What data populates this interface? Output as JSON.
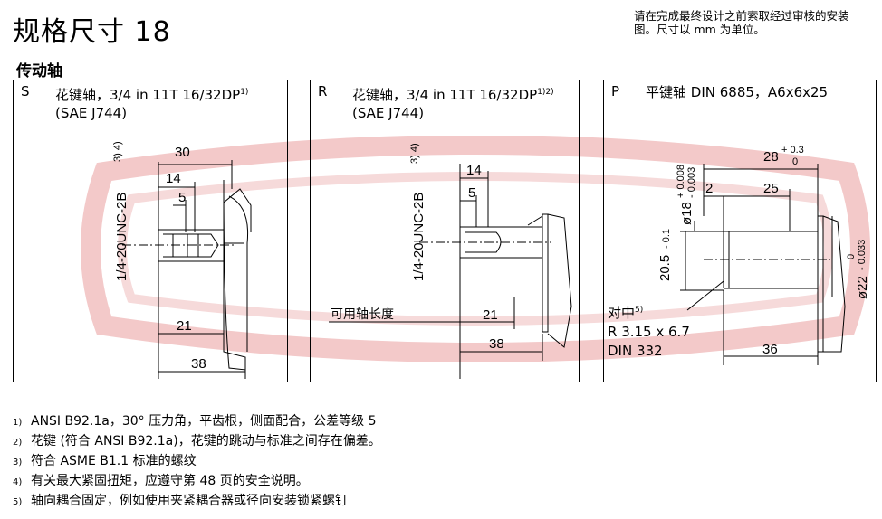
{
  "header": {
    "title": "规格尺寸 18",
    "note": "请在完成最终设计之前索取经过审核的安装图。尺寸以 mm 为单位。"
  },
  "section_title": "传动轴",
  "panels": {
    "s": {
      "letter": "S",
      "title_line1": "花键轴，3/4 in 11T 16/32DP",
      "title_sup": "1)",
      "title_line2": "(SAE J744)",
      "thread": "1/4-20UNC-2B",
      "thread_sup": "3) 4)",
      "dims": {
        "d30": "30",
        "d14": "14",
        "d5": "5",
        "d21": "21",
        "d38": "38"
      }
    },
    "r": {
      "letter": "R",
      "title_line1": "花键轴，3/4 in 11T 16/32DP",
      "title_sup": "1)2)",
      "title_line2": "(SAE J744)",
      "thread": "1/4-20UNC-2B",
      "thread_sup": "3) 4)",
      "usable_length": "可用轴长度",
      "dims": {
        "d14": "14",
        "d5": "5",
        "d21": "21",
        "d38": "38"
      }
    },
    "p": {
      "letter": "P",
      "title_line1": "平键轴 DIN 6885，A6x6x25",
      "centering_label": "对中",
      "centering_sup": "5)",
      "centering_r": "R 3.15 x 6.7",
      "centering_din": "DIN 332",
      "dims": {
        "d28": "28",
        "d28_tol_upper": "+ 0.3",
        "d28_tol_lower": "0",
        "d18": "ø18",
        "d18_tol_upper": "+ 0.008",
        "d18_tol_lower": "- 0.003",
        "d2": "2",
        "d25": "25",
        "d20_5": "20.5",
        "d20_5_tol": "- 0.1",
        "d22": "ø22",
        "d22_tol_upper": "0",
        "d22_tol_lower": "- 0.033",
        "d36": "36"
      }
    }
  },
  "footnotes": [
    {
      "num": "1)",
      "text": "ANSI B92.1a，30° 压力角，平齿根，侧面配合，公差等级 5"
    },
    {
      "num": "2)",
      "text": "花键 (符合 ANSI B92.1a)，花键的跳动与标准之间存在偏差。"
    },
    {
      "num": "3)",
      "text": "符合 ASME B1.1 标准的螺纹"
    },
    {
      "num": "4)",
      "text": "有关最大紧固扭矩，应遵守第 48 页的安全说明。"
    },
    {
      "num": "5)",
      "text": "轴向耦合固定，例如使用夹紧耦合器或径向安装锁紧螺钉"
    }
  ],
  "colors": {
    "watermark": "#f3c9c9",
    "line": "#000000"
  }
}
